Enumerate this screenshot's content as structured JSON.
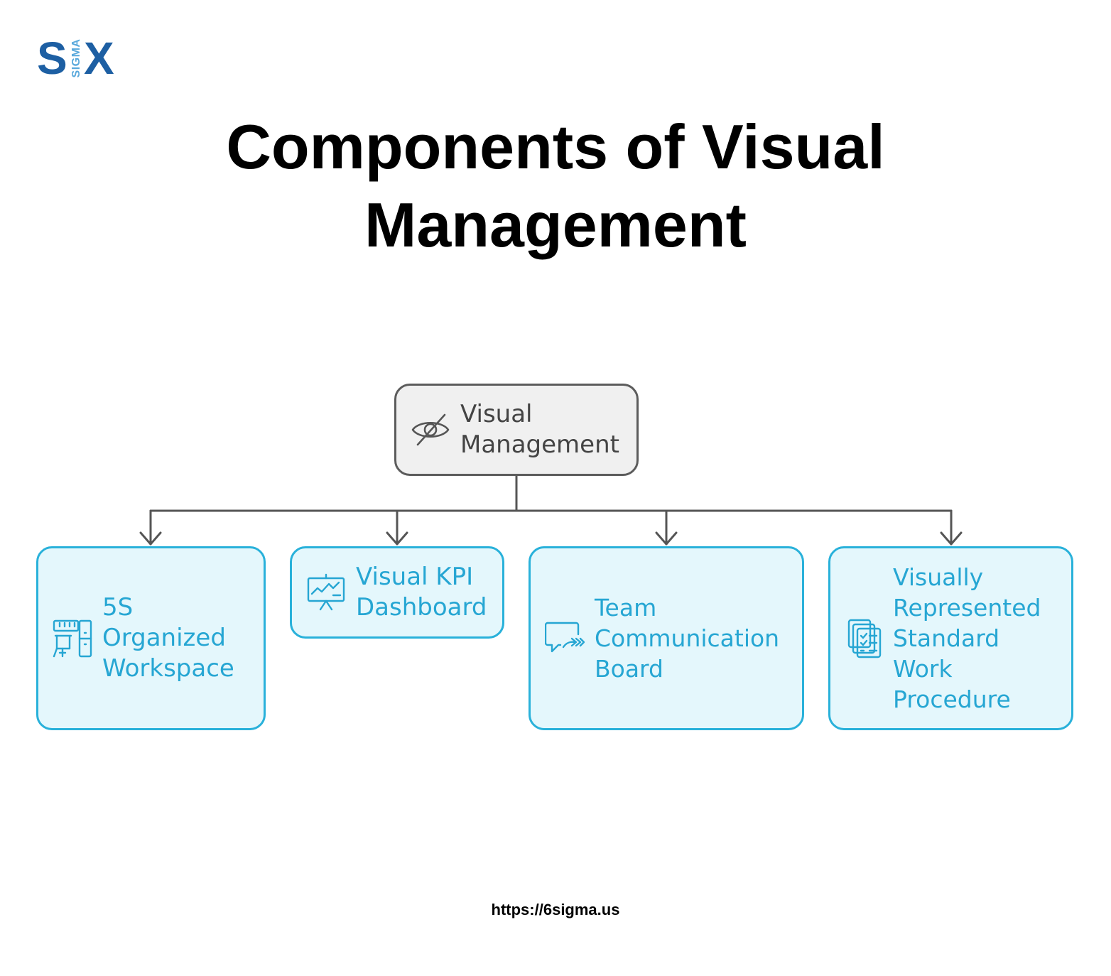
{
  "logo": {
    "left_letter": "S",
    "middle_text": "SIGMA",
    "right_letter": "X"
  },
  "title": "Components of Visual Management",
  "diagram": {
    "root": {
      "label": "Visual\nManagement",
      "icon": "eye-slash-icon"
    },
    "children": [
      {
        "label": "5S\nOrganized\nWorkspace",
        "icon": "organized-workspace-icon"
      },
      {
        "label": "Visual KPI\nDashboard",
        "icon": "dashboard-presentation-icon"
      },
      {
        "label": "Team\nCommunication\nBoard",
        "icon": "chat-communication-icon"
      },
      {
        "label": "Visually\nRepresented\nStandard\nWork\nProcedure",
        "icon": "checklist-documents-icon"
      }
    ]
  },
  "colors": {
    "root_border": "#5c5c5c",
    "root_fill": "#f0f0f0",
    "child_border": "#29b1da",
    "child_fill": "#e4f7fc",
    "child_text": "#26a6d3",
    "connector": "#555555",
    "logo_primary": "#1d5fa3",
    "logo_secondary": "#5aa9dc"
  },
  "footer": {
    "url": "https://6sigma.us"
  }
}
